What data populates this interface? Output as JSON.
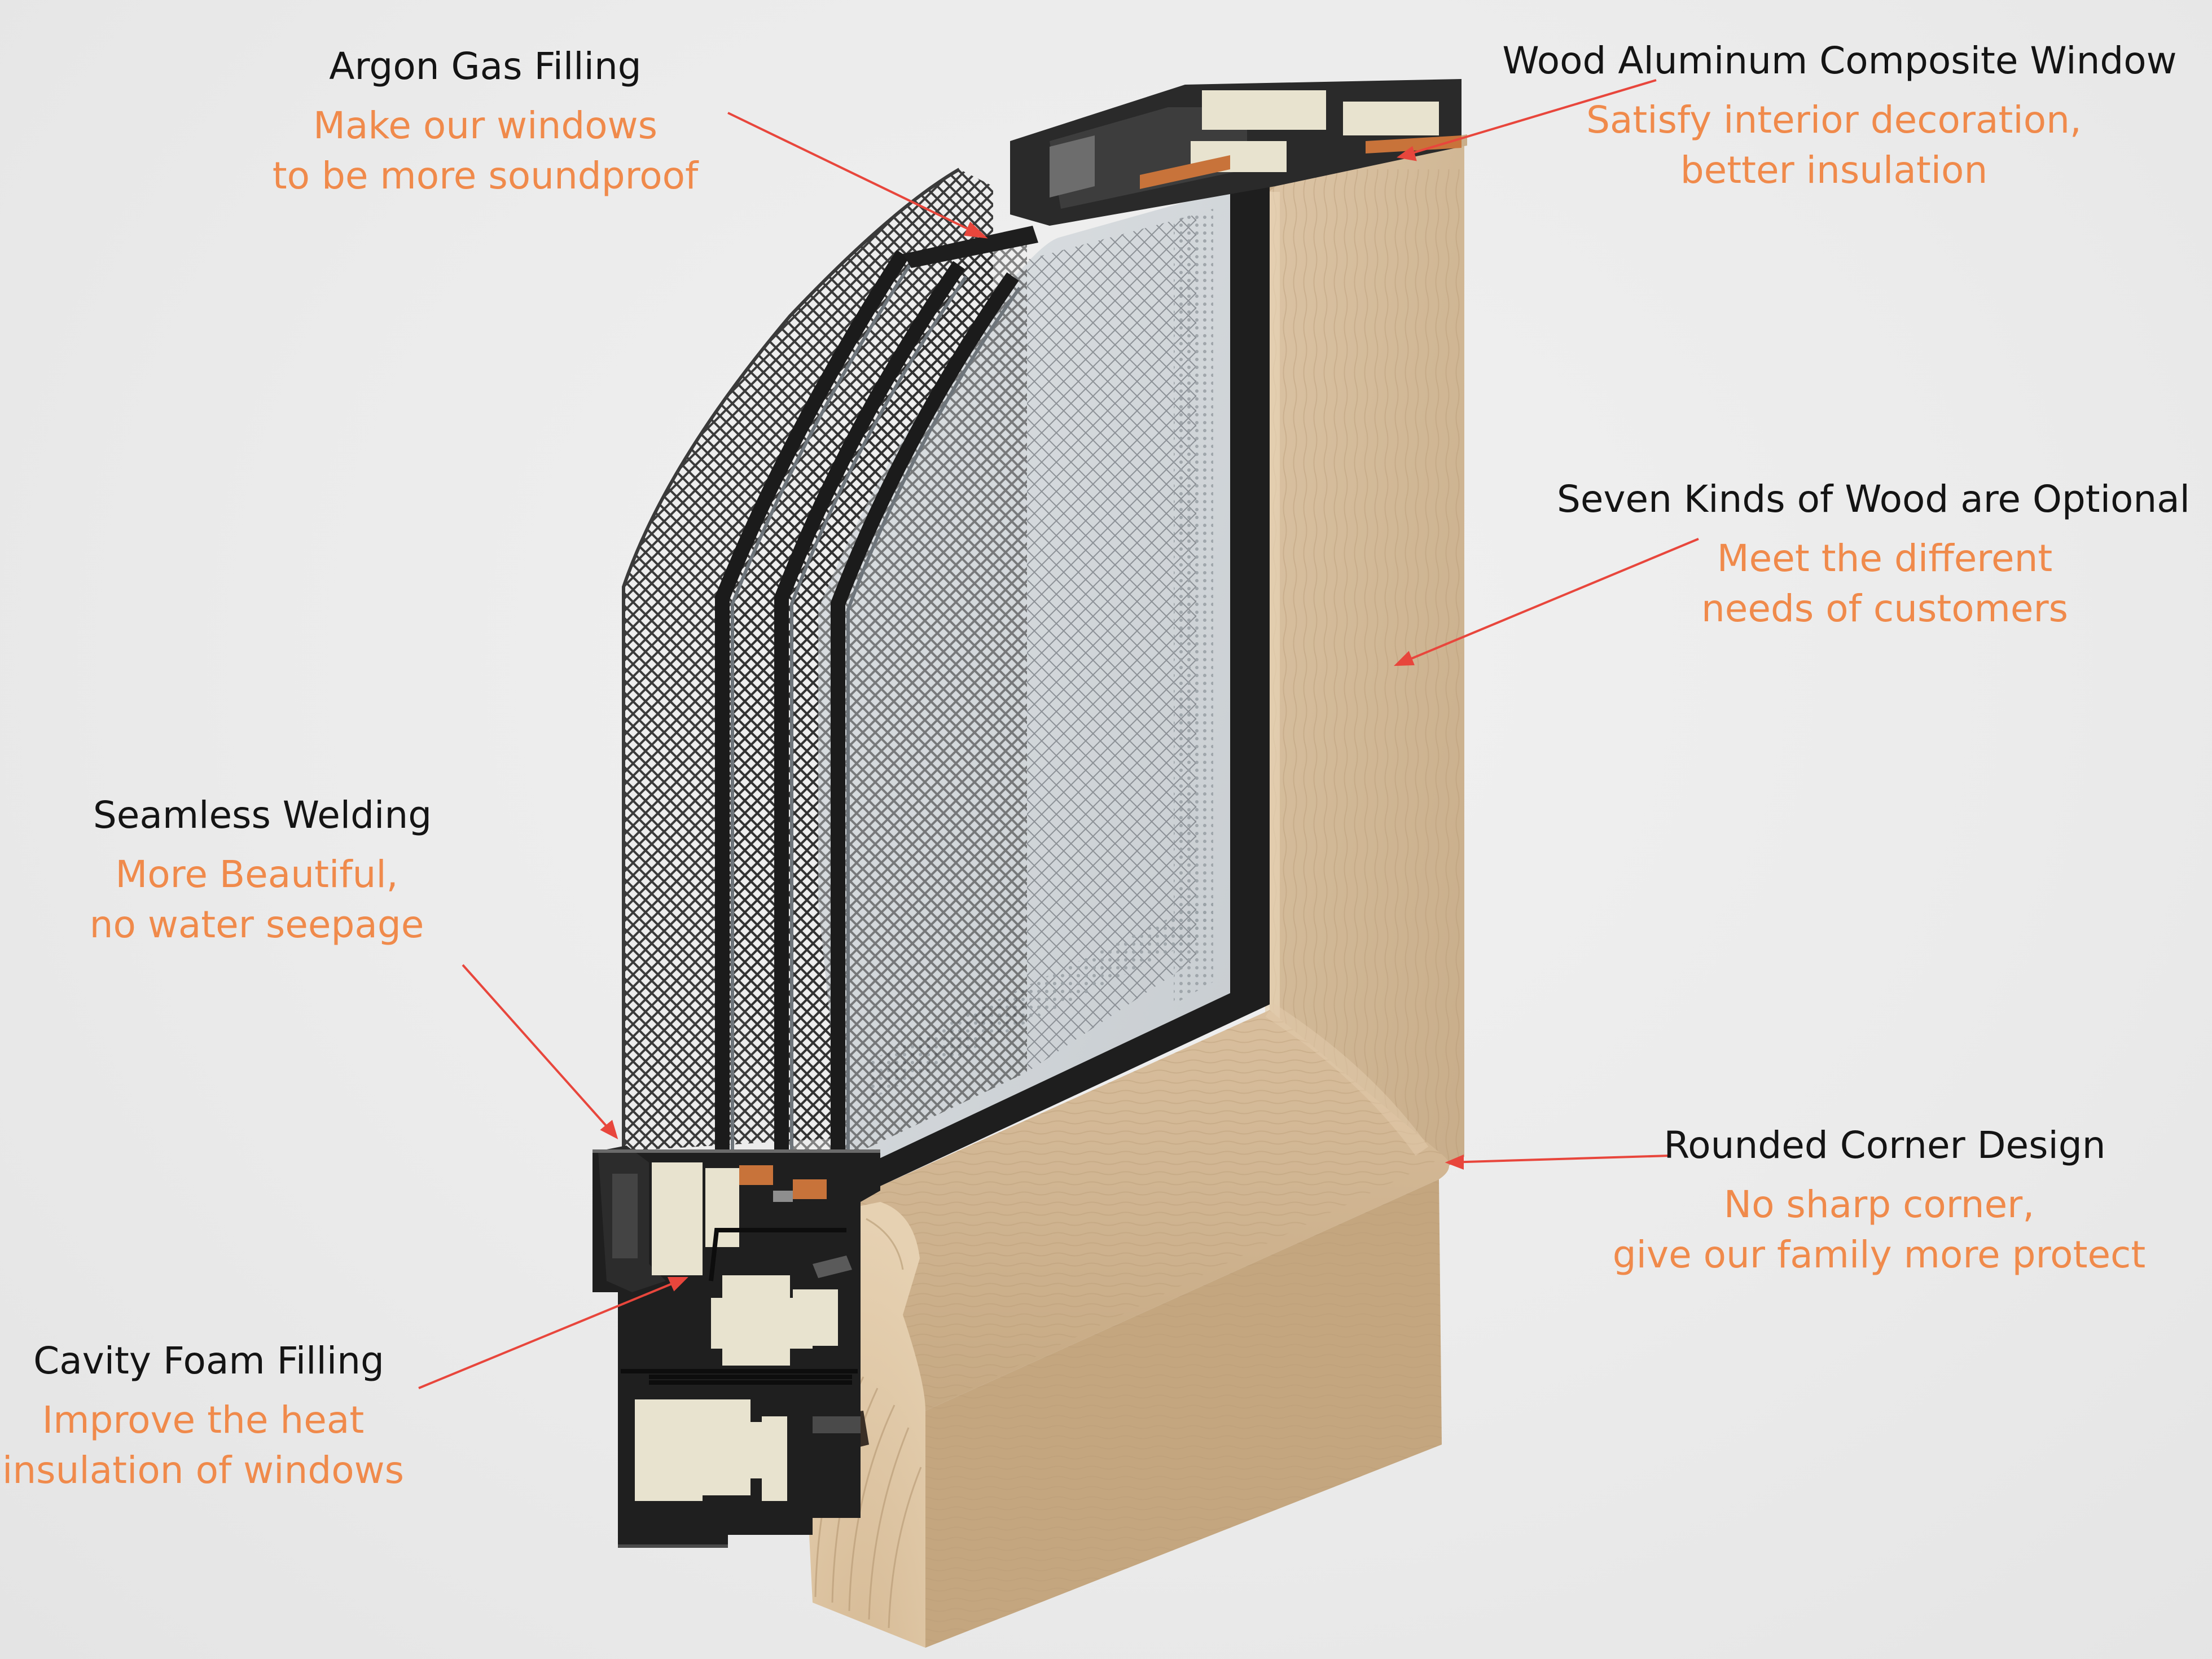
{
  "callouts": {
    "argon": {
      "title": "Argon Gas Filling",
      "desc": [
        "Make our windows",
        "to be more soundproof"
      ]
    },
    "composite": {
      "title": "Wood Aluminum Composite Window",
      "desc": [
        "Satisfy interior decoration,",
        "better insulation"
      ]
    },
    "wood": {
      "title": "Seven Kinds of Wood are Optional",
      "desc": [
        "Meet the different",
        "needs of customers"
      ]
    },
    "welding": {
      "title": "Seamless Welding",
      "desc": [
        "More Beautiful,",
        "no water seepage"
      ]
    },
    "corner": {
      "title": "Rounded Corner Design",
      "desc": [
        "No sharp corner,",
        "give our family more protect"
      ]
    },
    "foam": {
      "title": "Cavity Foam Filling",
      "desc": [
        "Improve the heat",
        "insulation of windows"
      ]
    }
  },
  "colors": {
    "title_text": "#141414",
    "description_text": "#f08a4b",
    "pointer_line": "#e8463c",
    "wood": "#cfb697",
    "frame": "#1e1e1e",
    "foam": "#e8e3cf",
    "gasket": "#c8733a"
  }
}
